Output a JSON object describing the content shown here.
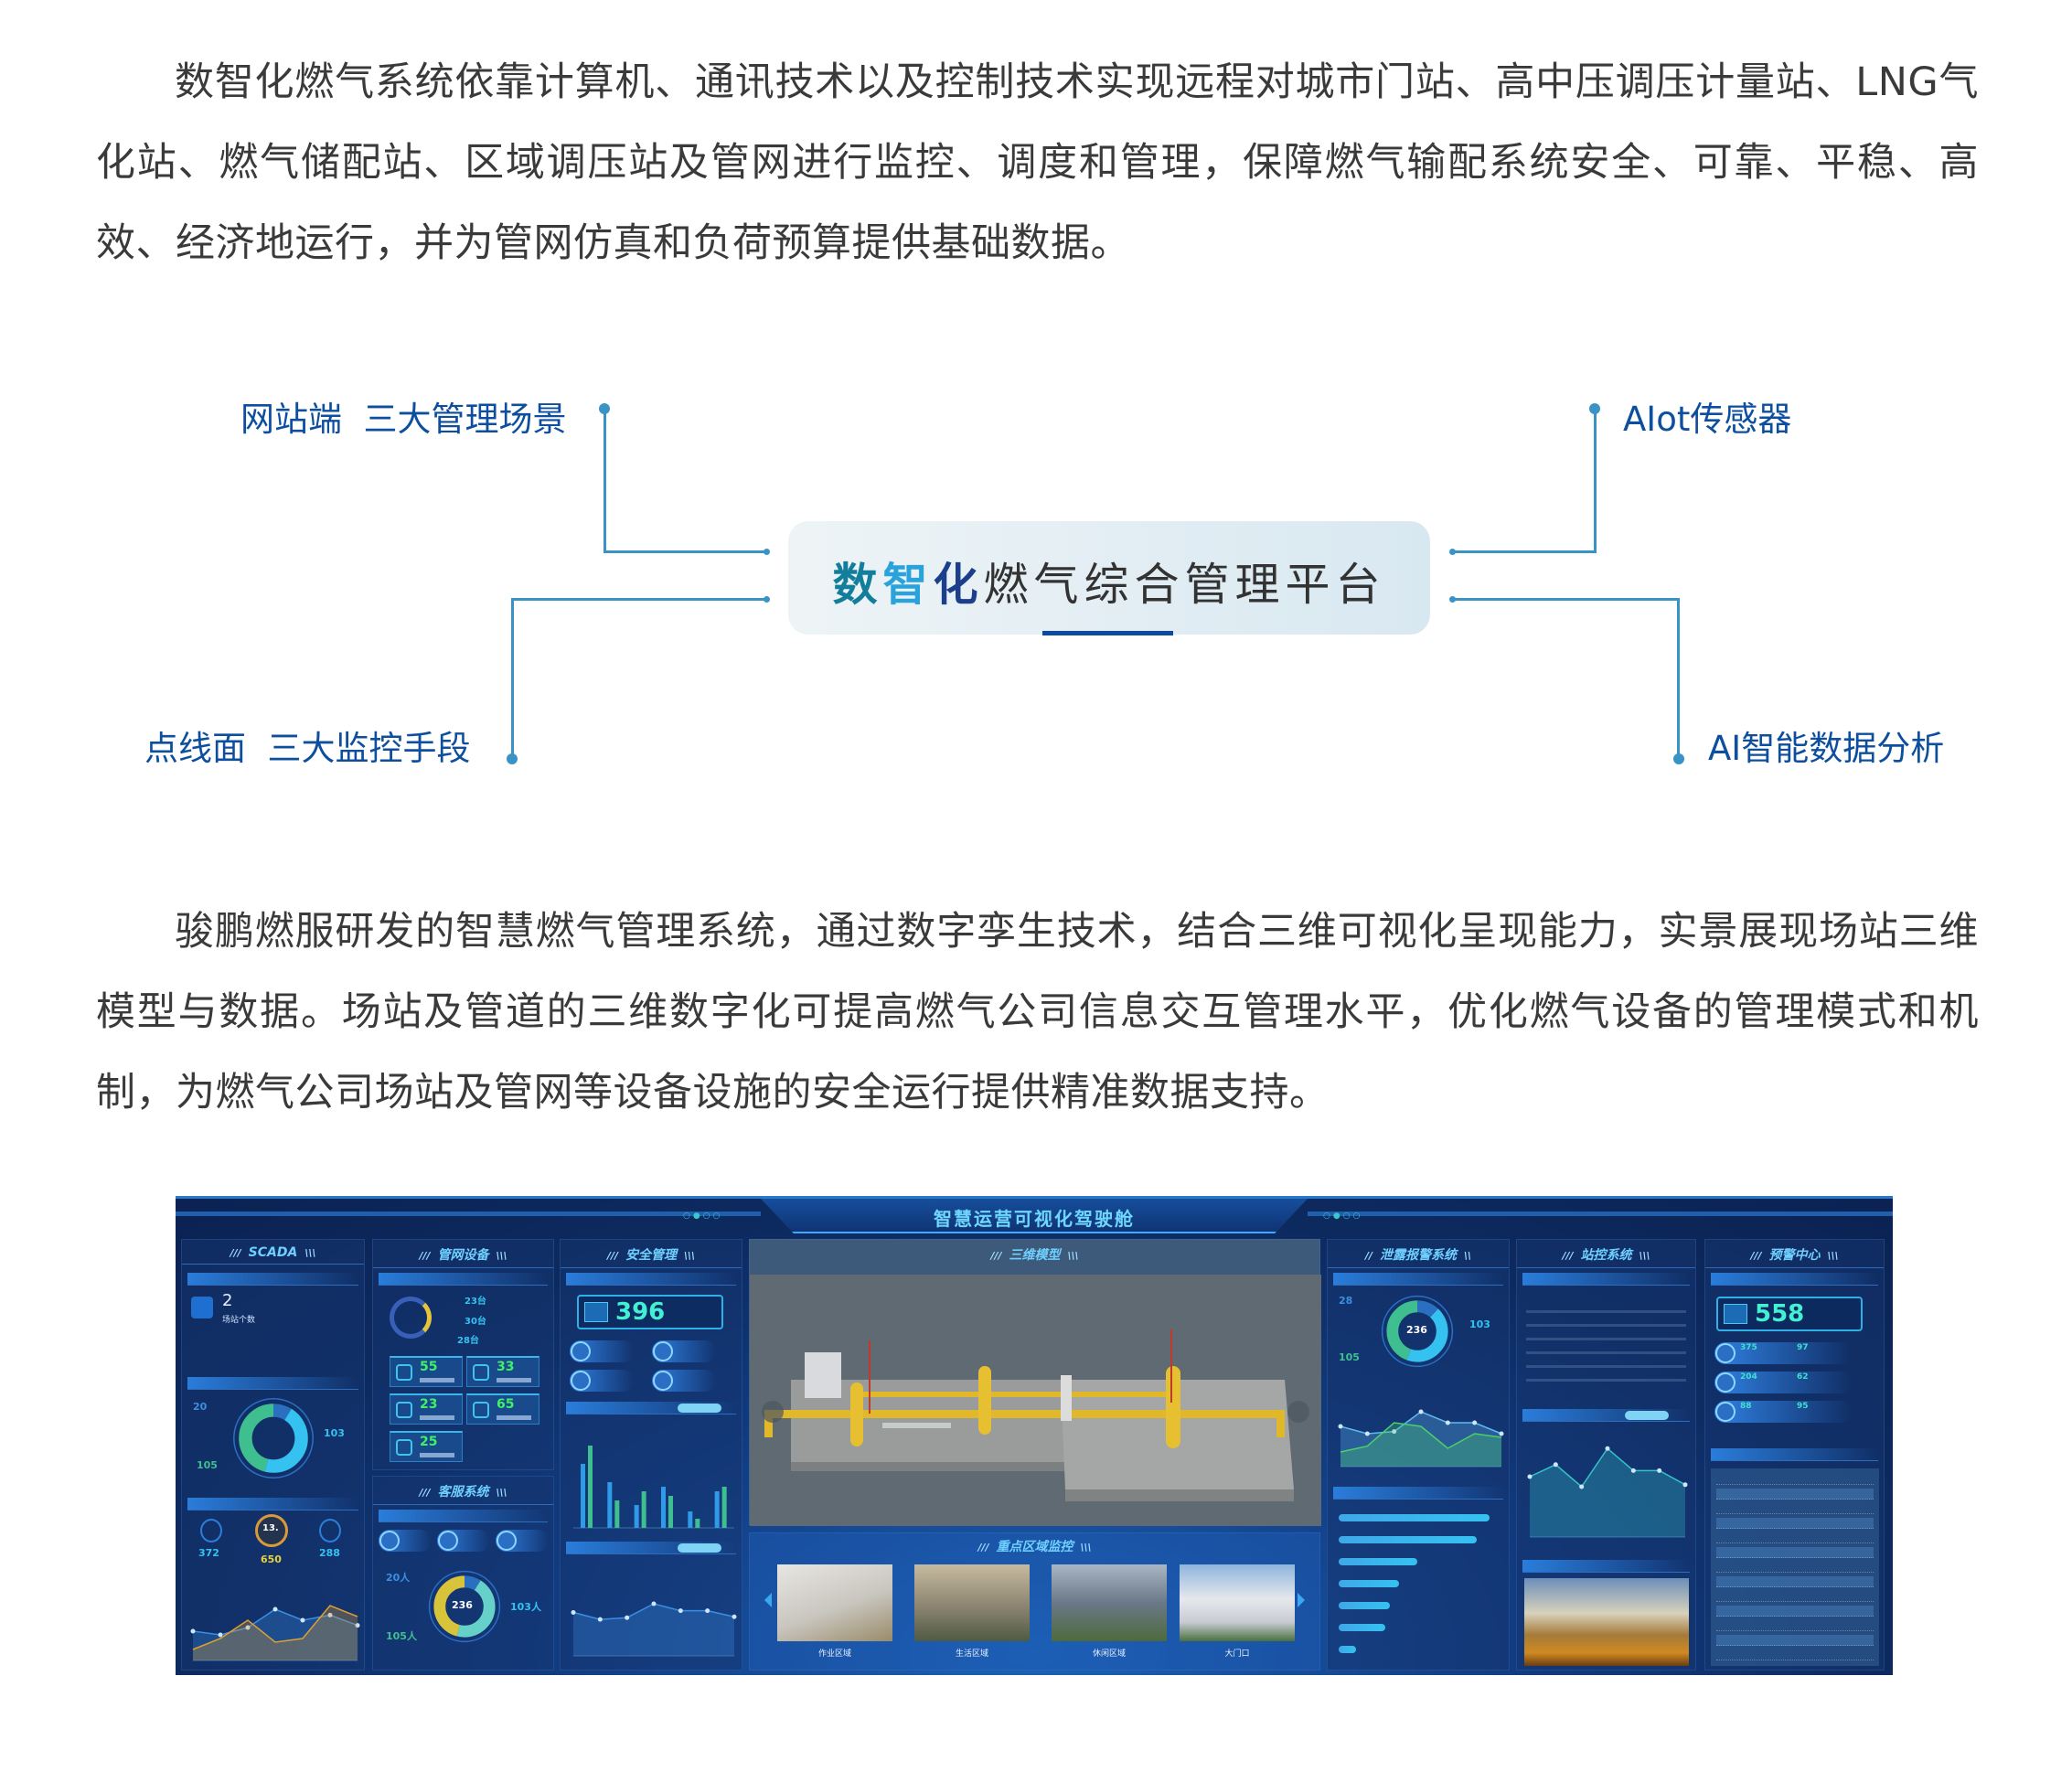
{
  "intro": {
    "p1": "数智化燃气系统依靠计算机、通讯技术以及控制技术实现远程对城市门站、高中压调压计量站、LNG气化站、燃气储配站、区域调压站及管网进行监控、调度和管理，保障燃气输配系统安全、可靠、平稳、高效、经济地运行，并为管网仿真和负荷预算提供基础数据。",
    "p2": "骏鹏燃服研发的智慧燃气管理系统，通过数字孪生技术，结合三维可视化呈现能力，实景展现场站三维模型与数据。场站及管道的三维数字化可提高燃气公司信息交互管理水平，优化燃气设备的管理模式和机制，为燃气公司场站及管网等设备设施的安全运行提供精准数据支持。"
  },
  "diagram": {
    "title_chars": [
      "数",
      "智",
      "化"
    ],
    "title_rest": "燃气综合管理平台",
    "title_colors": [
      "#137e9c",
      "#2aa3dc",
      "#1c3f8c"
    ],
    "label_top_left": "网站端  三大管理场景",
    "label_bottom_left": "点线面  三大监控手段",
    "label_top_right": "AIot传感器",
    "label_bottom_right": "AI智能数据分析"
  },
  "dashboard": {
    "title": "智慧运营可视化驾驶舱",
    "header_dots": "○●○○",
    "panels": {
      "scada": {
        "title": "SCADA",
        "station_count": "2",
        "station_label": "场站个数",
        "donut": [
          20,
          103,
          105
        ],
        "donut_labels": [
          "20",
          "103",
          "105"
        ],
        "gauges": [
          "372",
          "650",
          "288"
        ],
        "gauge_center": "13.",
        "area": [
          [
            40,
            35,
            45,
            70,
            55,
            62,
            48
          ],
          [
            15,
            30,
            55,
            25,
            30,
            75,
            60
          ]
        ]
      },
      "pipe": {
        "title": "管网设备",
        "ring_labels": [
          "23台",
          "30台",
          "28台"
        ],
        "tiles": [
          "55",
          "33",
          "23",
          "65",
          "25"
        ]
      },
      "service": {
        "title": "客服系统",
        "donut": [
          20,
          103,
          105
        ],
        "total": "236",
        "donut_labels": [
          "20人",
          "103人",
          "105人"
        ]
      },
      "safety": {
        "title": "安全管理",
        "counter": "396",
        "bars": [
          [
            70,
            90
          ],
          [
            50,
            30
          ],
          [
            25,
            40
          ],
          [
            45,
            35
          ],
          [
            18,
            10
          ],
          [
            40,
            45
          ]
        ],
        "line": [
          50,
          42,
          44,
          60,
          52,
          52,
          45
        ]
      },
      "model": {
        "title": "三维模型"
      },
      "monitor": {
        "title": "重点区域监控",
        "captions": [
          "作业区域",
          "生活区域",
          "休闲区域",
          "大门口"
        ]
      },
      "leak": {
        "title": "泄露报警系统",
        "donut": [
          28,
          103,
          105
        ],
        "total": "236",
        "donut_labels": [
          "28",
          "103",
          "105"
        ],
        "lines": [
          [
            55,
            45,
            48,
            75,
            60,
            60,
            45
          ],
          [
            20,
            28,
            60,
            55,
            25,
            45,
            40
          ]
        ],
        "hbars": [
          107,
          98,
          56,
          43,
          36,
          33,
          12
        ]
      },
      "station": {
        "title": "站控系统",
        "area": [
          60,
          72,
          50,
          88,
          66,
          66,
          52
        ]
      },
      "alert": {
        "title": "预警中心",
        "counter": "558",
        "pills": [
          [
            "375",
            "97"
          ],
          [
            "204",
            "62"
          ],
          [
            "88",
            "95"
          ]
        ]
      }
    },
    "colors": {
      "cyan": "#35c2f0",
      "green": "#3fbf8f",
      "blue": "#2a6fc0",
      "yellow": "#d8c43a",
      "teal": "#66d1c8"
    }
  }
}
